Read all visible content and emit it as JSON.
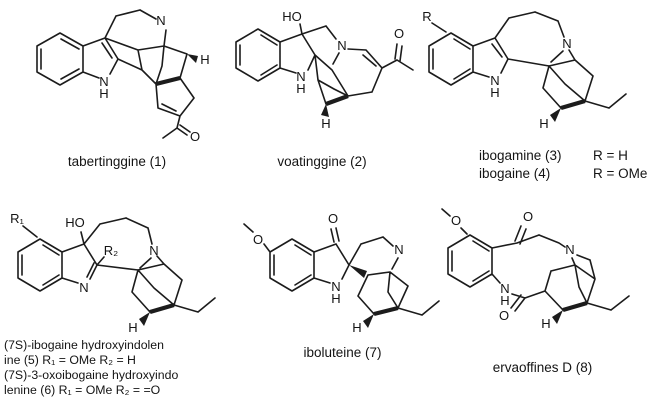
{
  "compounds": [
    {
      "caption": "tabertinggine (1)",
      "atoms": {
        "n_top": "N",
        "n_indole": "N",
        "h_indole": "H",
        "h_stereo": "H",
        "o_acetyl": "O"
      }
    },
    {
      "caption": "voatinggine (2)",
      "atoms": {
        "ho": "HO",
        "n_indoline": "N",
        "h_indoline": "H",
        "n_amine": "N",
        "o_acetyl": "O",
        "h_stereo": "H"
      }
    },
    {
      "caption_name_1": "ibogamine (3)",
      "caption_r_1": "R = H",
      "caption_name_2": "ibogaine (4)",
      "caption_r_2": "R = OMe",
      "atoms": {
        "r": "R",
        "n_indole": "N",
        "h_indole": "H",
        "n_amine": "N",
        "h_stereo": "H"
      }
    },
    {
      "caption_lines": [
        "(7S)-ibogaine hydroxyindolen",
        "ine (5) R₁ = OMe R₂ = H",
        "(7S)-3-oxoibogaine hydroxyindo",
        "lenine (6) R₁ = OMe R₂ = =O"
      ],
      "atoms": {
        "r1": "R₁",
        "ho": "HO",
        "r2": "R₂",
        "n_imine": "N",
        "n_amine": "N",
        "h_stereo": "H"
      }
    },
    {
      "caption": "iboluteine (7)",
      "atoms": {
        "o_methoxy": "O",
        "o_ketone": "O",
        "n_indoline": "N",
        "h_indoline": "H",
        "n_amine": "N",
        "h_stereo": "H"
      }
    },
    {
      "caption": "ervaoffines D (8)",
      "atoms": {
        "o_methoxy": "O",
        "o_ketone": "O",
        "n_amine": "N",
        "n_amide": "N",
        "h_amide": "H",
        "o_amide": "O",
        "h_stereo": "H"
      }
    }
  ]
}
